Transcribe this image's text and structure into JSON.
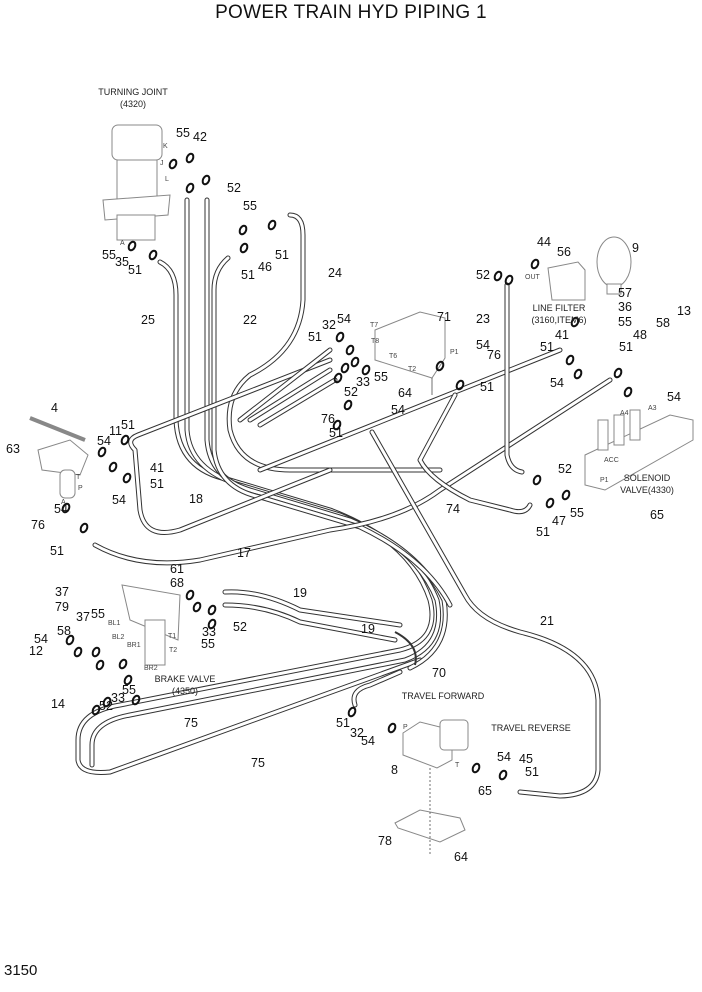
{
  "title": "POWER TRAIN HYD PIPING 1",
  "page_number": "3150",
  "components": {
    "turning_joint": "TURNING JOINT",
    "turning_joint_ref": "(4320)",
    "line_filter": "LINE FILTER",
    "line_filter_ref": "(3160,ITEM6)",
    "solenoid_valve": "SOLENOID",
    "solenoid_valve_ref": "VALVE(4330)",
    "brake_valve": "BRAKE VALVE",
    "brake_valve_ref": "(4350)",
    "travel_forward": "TRAVEL FORWARD",
    "travel_reverse": "TRAVEL REVERSE"
  },
  "port_labels": [
    "K",
    "J",
    "L",
    "A",
    "OUT",
    "T7",
    "T8",
    "T6",
    "P1",
    "T2",
    "A3",
    "A4",
    "ACC",
    "P1",
    "T",
    "P",
    "A",
    "BL1",
    "BL2",
    "BR1",
    "T1",
    "T2",
    "BR2",
    "P",
    "T"
  ],
  "callouts": [
    "55",
    "42",
    "52",
    "55",
    "51",
    "46",
    "51",
    "24",
    "55",
    "35",
    "51",
    "25",
    "22",
    "44",
    "56",
    "9",
    "52",
    "57",
    "36",
    "55",
    "23",
    "13",
    "58",
    "48",
    "51",
    "71",
    "54",
    "32",
    "51",
    "41",
    "51",
    "54",
    "76",
    "55",
    "33",
    "52",
    "51",
    "54",
    "64",
    "54",
    "54",
    "76",
    "51",
    "52",
    "55",
    "47",
    "51",
    "74",
    "65",
    "4",
    "63",
    "54",
    "11",
    "51",
    "41",
    "51",
    "54",
    "54",
    "18",
    "76",
    "51",
    "17",
    "61",
    "68",
    "19",
    "37",
    "79",
    "55",
    "37",
    "58",
    "54",
    "12",
    "33",
    "52",
    "55",
    "55",
    "33",
    "52",
    "14",
    "75",
    "19",
    "21",
    "70",
    "51",
    "32",
    "54",
    "8",
    "54",
    "45",
    "51",
    "65",
    "78",
    "64",
    "75"
  ]
}
